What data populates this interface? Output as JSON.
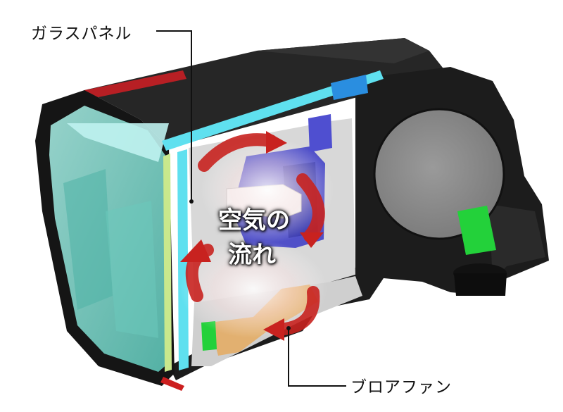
{
  "callouts": {
    "glass_panel": "ガラスパネル",
    "blower_fan": "ブロアファン"
  },
  "airflow": {
    "line1": "空気の",
    "line2": "流れ"
  },
  "colors": {
    "housing": "#1e1e1e",
    "glass_tint": "#6fd1c4",
    "cyan_panel": "#5fe0ef",
    "fan_gold": "#e2b070",
    "green_part": "#23d13a",
    "arrow_red": "#c8221f",
    "lens_gray": "#8b8b8b"
  }
}
